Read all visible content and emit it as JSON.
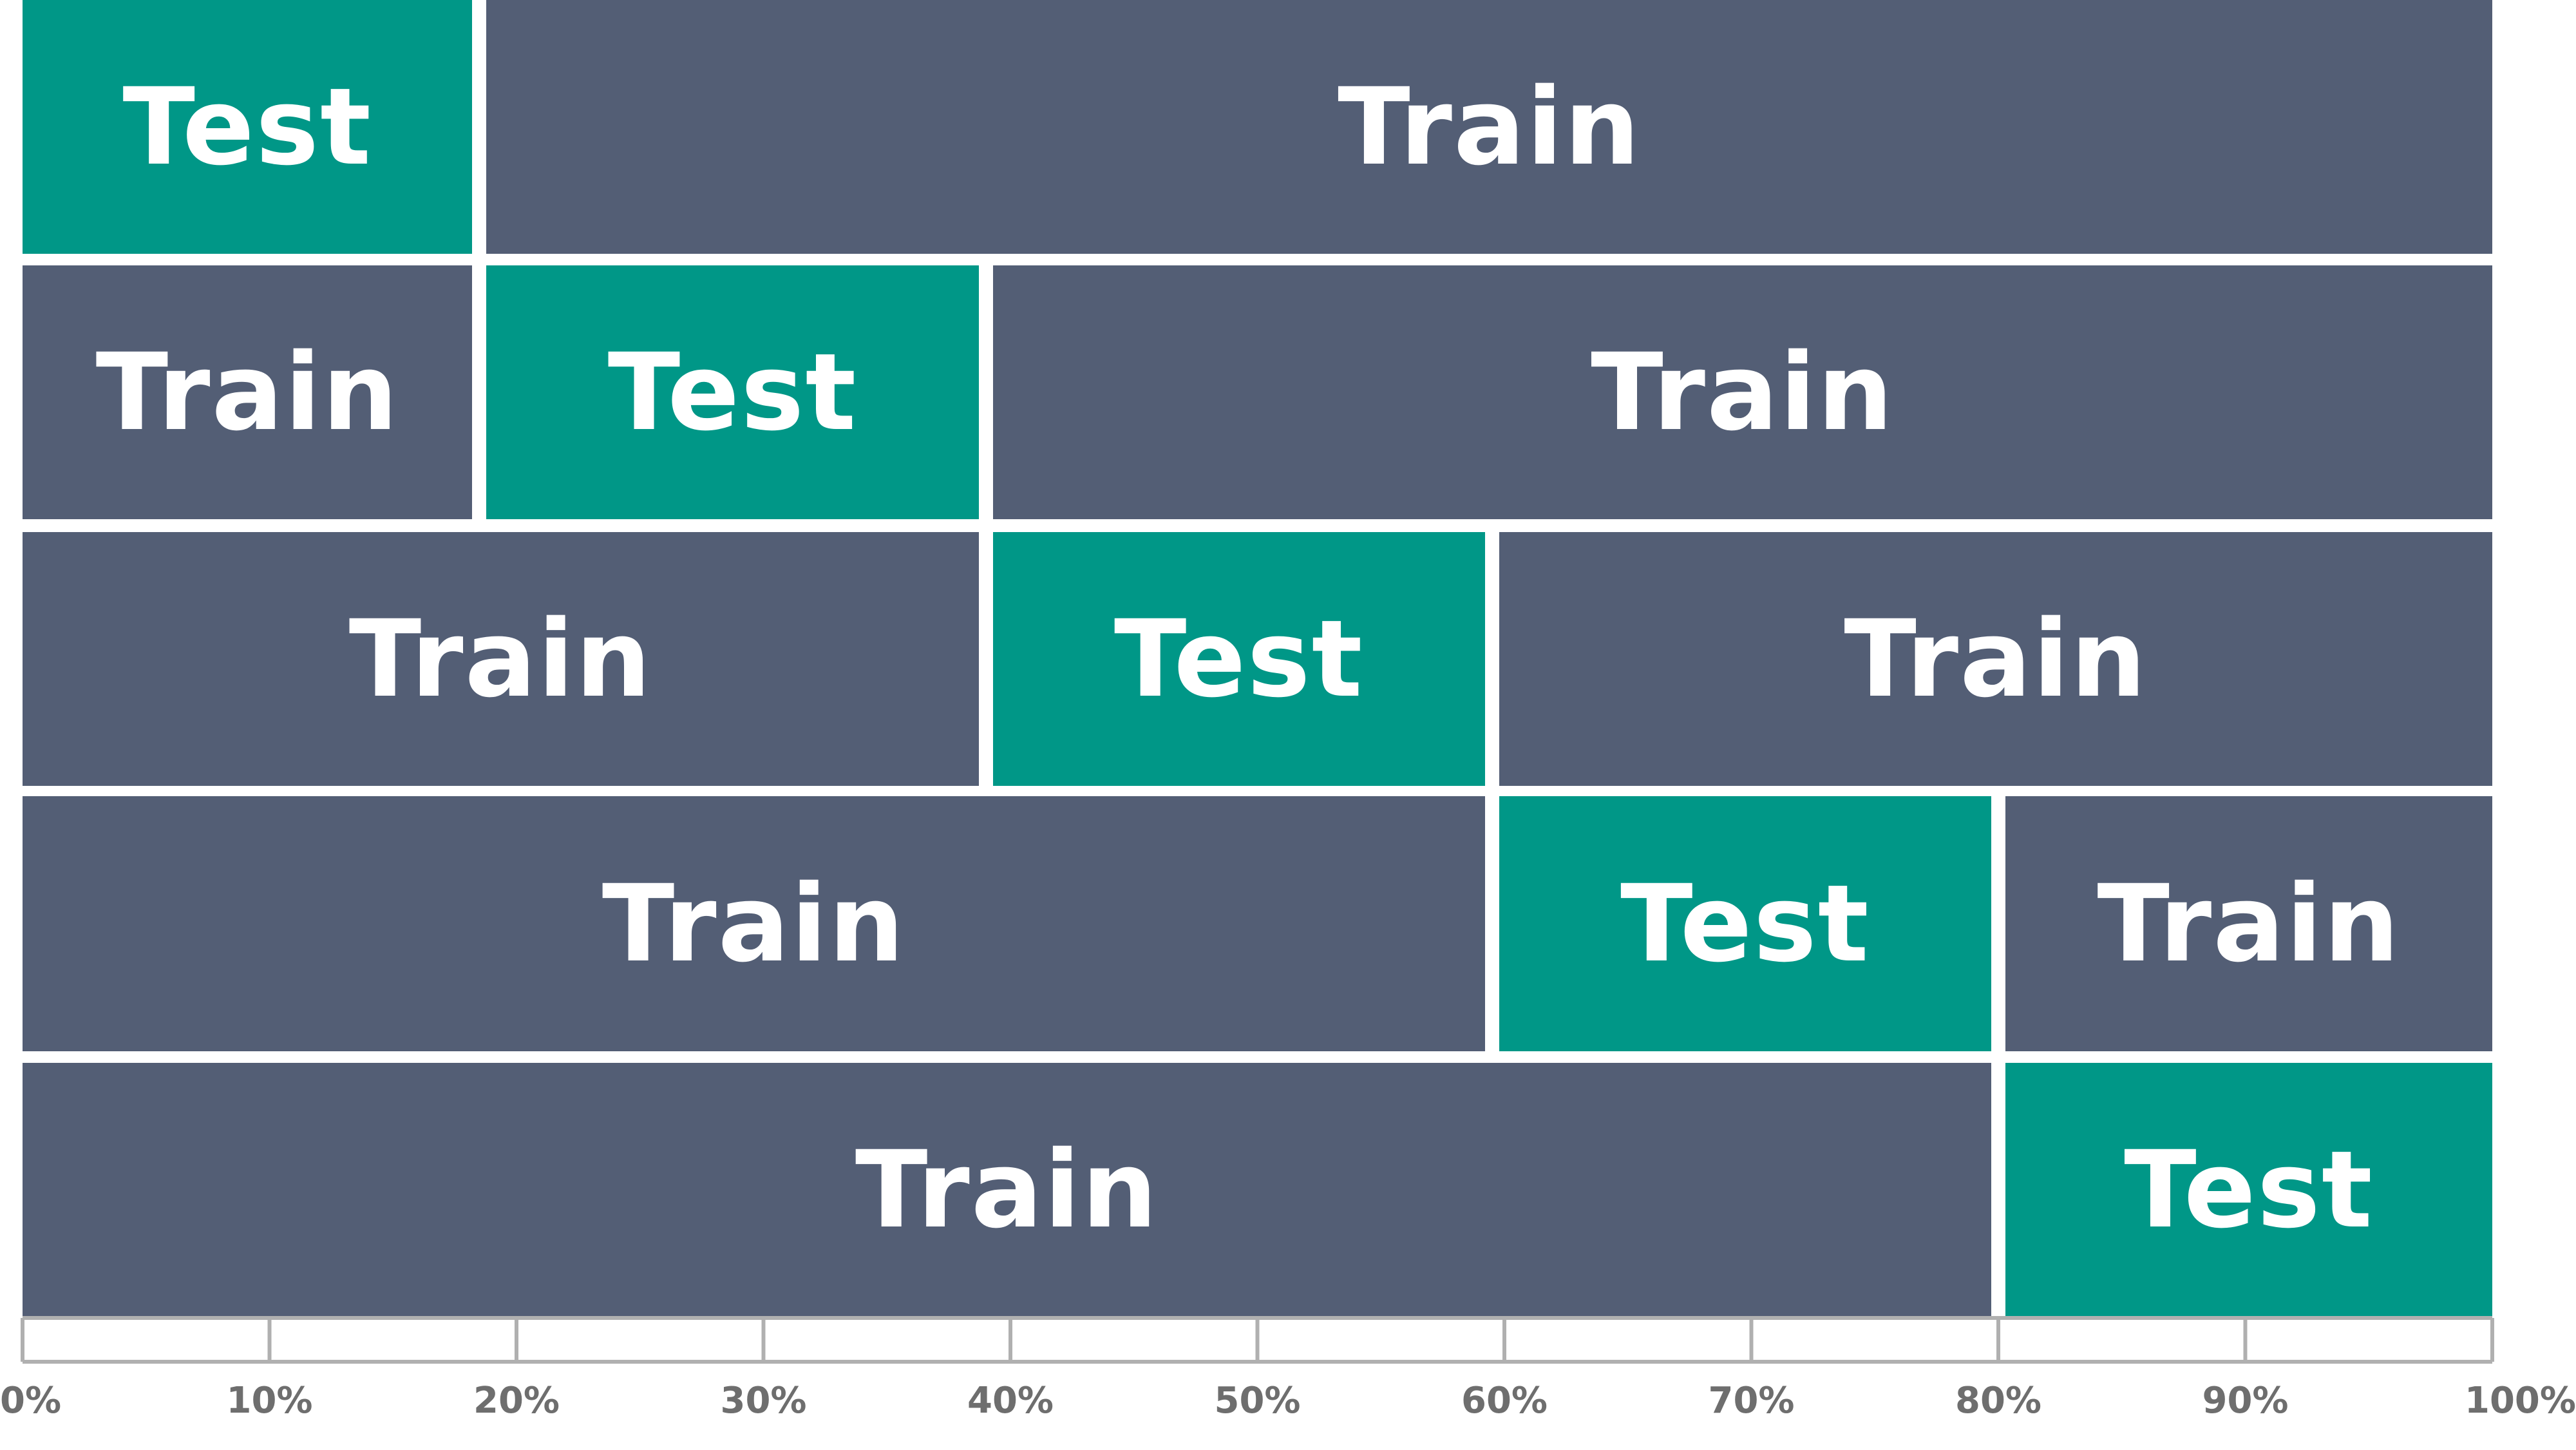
{
  "colors": {
    "train": "#535e75",
    "test": "#009787",
    "axis": "#b0b0b0",
    "tick_text": "#6e6e6e",
    "background": "#ffffff"
  },
  "folds": [
    [
      {
        "label": "Test",
        "kind": "test",
        "from": 0,
        "to": 18.5
      },
      {
        "label": "Train",
        "kind": "train",
        "from": 18.5,
        "to": 100
      }
    ],
    [
      {
        "label": "Train",
        "kind": "train",
        "from": 0,
        "to": 18.5
      },
      {
        "label": "Test",
        "kind": "test",
        "from": 18.5,
        "to": 39
      },
      {
        "label": "Train",
        "kind": "train",
        "from": 39,
        "to": 100
      }
    ],
    [
      {
        "label": "Train",
        "kind": "train",
        "from": 0,
        "to": 39
      },
      {
        "label": "Test",
        "kind": "test",
        "from": 39,
        "to": 59.5
      },
      {
        "label": "Train",
        "kind": "train",
        "from": 59.5,
        "to": 100
      }
    ],
    [
      {
        "label": "Train",
        "kind": "train",
        "from": 0,
        "to": 59.5
      },
      {
        "label": "Test",
        "kind": "test",
        "from": 59.5,
        "to": 80
      },
      {
        "label": "Train",
        "kind": "train",
        "from": 80,
        "to": 100
      }
    ],
    [
      {
        "label": "Train",
        "kind": "train",
        "from": 0,
        "to": 80
      },
      {
        "label": "Test",
        "kind": "test",
        "from": 80,
        "to": 100
      }
    ]
  ],
  "axis": {
    "ticks": [
      0,
      10,
      20,
      30,
      40,
      50,
      60,
      70,
      80,
      90,
      100
    ],
    "tick_labels": [
      "0%",
      "10%",
      "20%",
      "30%",
      "40%",
      "50%",
      "60%",
      "70%",
      "80%",
      "90%",
      "100%"
    ]
  }
}
